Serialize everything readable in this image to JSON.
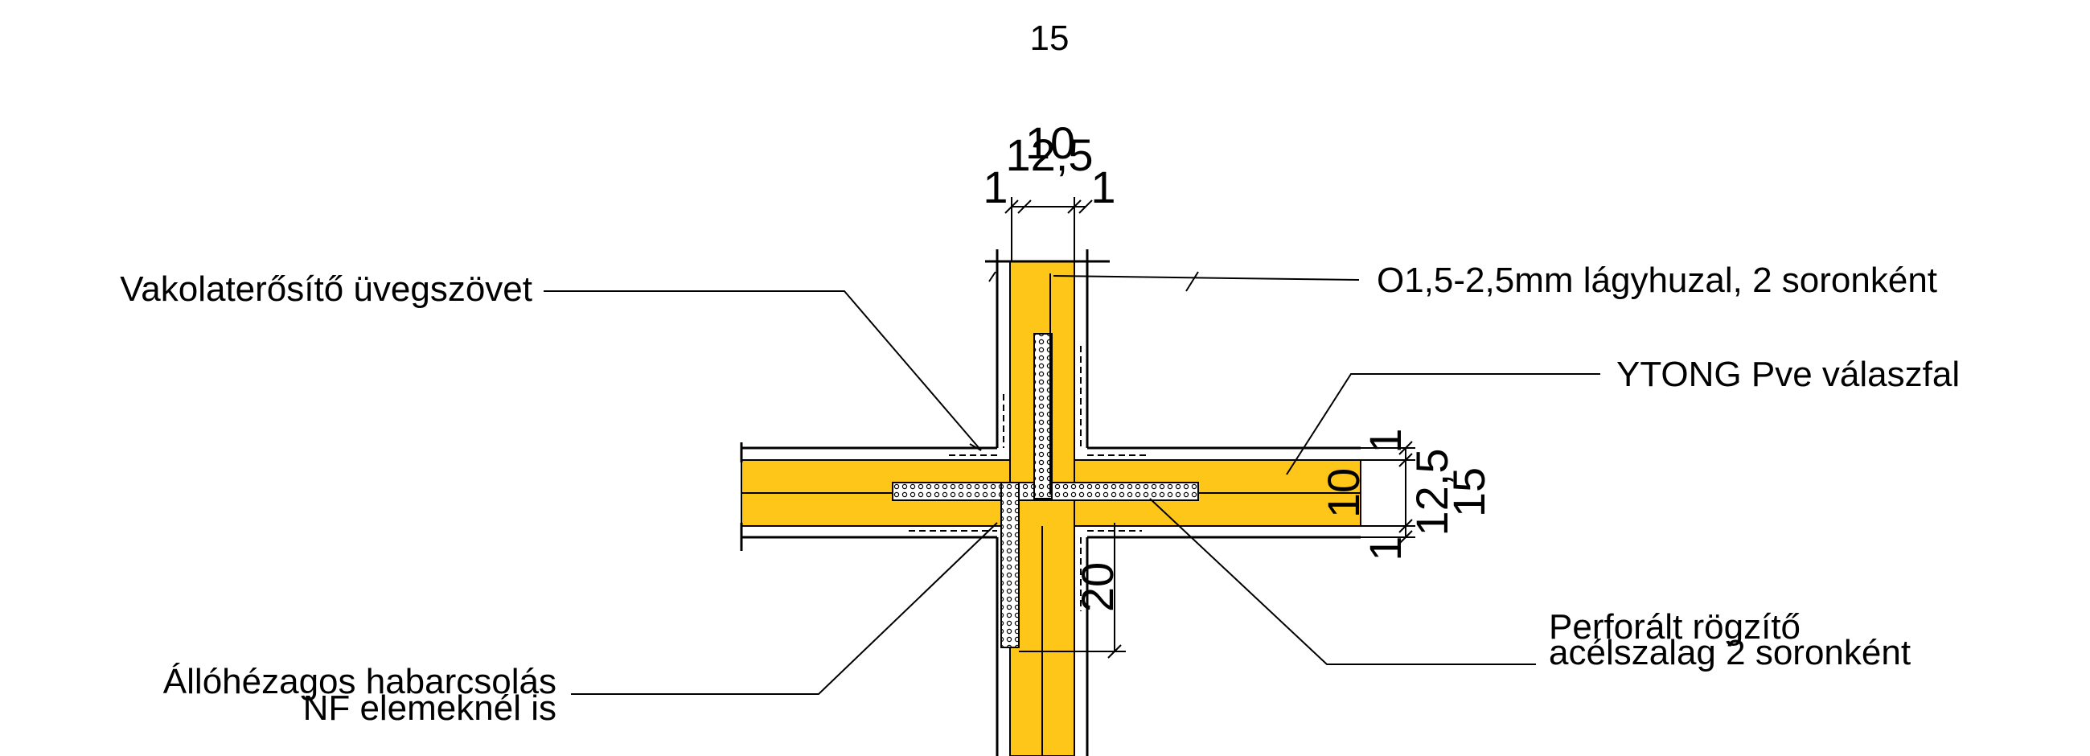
{
  "colors": {
    "wall_fill": "#FFC61A",
    "strip_fill": "#FFFFFF",
    "line": "#000000"
  },
  "labels": {
    "mesh": "Vakolaterősítő üvegszövet",
    "wire": "O1,5-2,5mm lágyhuzal, 2 soronként",
    "wall": "YTONG Pve válaszfal",
    "strip_line1": "Perforált rögzítő",
    "strip_line2": "acélszalag 2 soronként",
    "joint_line1": "Állóhézagos habarcsolás",
    "joint_line2": "NF elemeknél is"
  },
  "dimensions": {
    "top_overall": "15",
    "top_wall": "10",
    "top_inner": "12,5",
    "top_left_plaster": "1",
    "top_right_plaster": "1",
    "right_wall": "10",
    "right_top_plaster": "1",
    "right_inner": "12,5",
    "right_overall": "15",
    "right_bottom_plaster": "1",
    "strip_length": "20"
  }
}
